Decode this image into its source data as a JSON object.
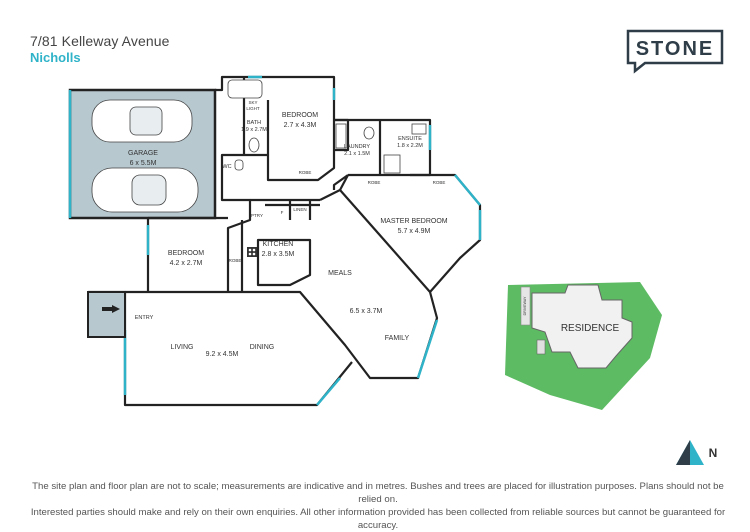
{
  "header": {
    "address": "7/81 Kelleway Avenue",
    "suburb": "Nicholls",
    "logo_text": "STONE"
  },
  "rooms": {
    "garage": {
      "name": "GARAGE",
      "dims": "6 x 5.5M"
    },
    "bedroom_top": {
      "name": "BEDROOM",
      "dims": "2.7 x 4.3M"
    },
    "bath": {
      "name": "BATH",
      "dims": "1.9 x 2.7M"
    },
    "skylight": {
      "line1": "SKY",
      "line2": "LIGHT"
    },
    "wc": "WC",
    "robe_top": "ROBE",
    "laundry": {
      "name": "LAUNDRY",
      "dims": "2.1 x 1.5M"
    },
    "ensuite": {
      "name": "ENSUITE",
      "dims": "1.8 x 2.2M"
    },
    "robe_mid": "ROBE",
    "robe_right": "ROBE",
    "master": {
      "name": "MASTER BEDROOM",
      "dims": "5.7 x 4.9M"
    },
    "ptry": "PTRY",
    "fridge": "F",
    "linen": "LINEN",
    "kitchen": {
      "name": "KITCHEN",
      "dims": "2.8 x 3.5M"
    },
    "bedroom_left": {
      "name": "BEDROOM",
      "dims": "4.2 x 2.7M"
    },
    "robe_left": "ROBE",
    "meals": "MEALS",
    "family_dims": "6.5 x 3.7M",
    "family": "FAMILY",
    "entry": "ENTRY",
    "living": "LIVING",
    "living_dims": "9.2 x 4.5M",
    "dining": "DINING"
  },
  "site": {
    "residence": "RESIDENCE",
    "driveway": "DRIVEWAY"
  },
  "compass": {
    "label": "N"
  },
  "colors": {
    "teal": "#2fb3c9",
    "garage_fill": "#b7c8cf",
    "lawn": "#5dbb63",
    "wall": "#222222",
    "logo": "#2e3d48"
  },
  "disclaimer": {
    "line1": "The site plan and floor plan are not to scale; measurements are indicative and in metres. Bushes and trees are placed for illustration purposes. Plans should not be relied on.",
    "line2": "Interested parties should make and rely on their own enquiries. All other information provided has been collected from reliable sources but cannot be guaranteed for accuracy."
  }
}
